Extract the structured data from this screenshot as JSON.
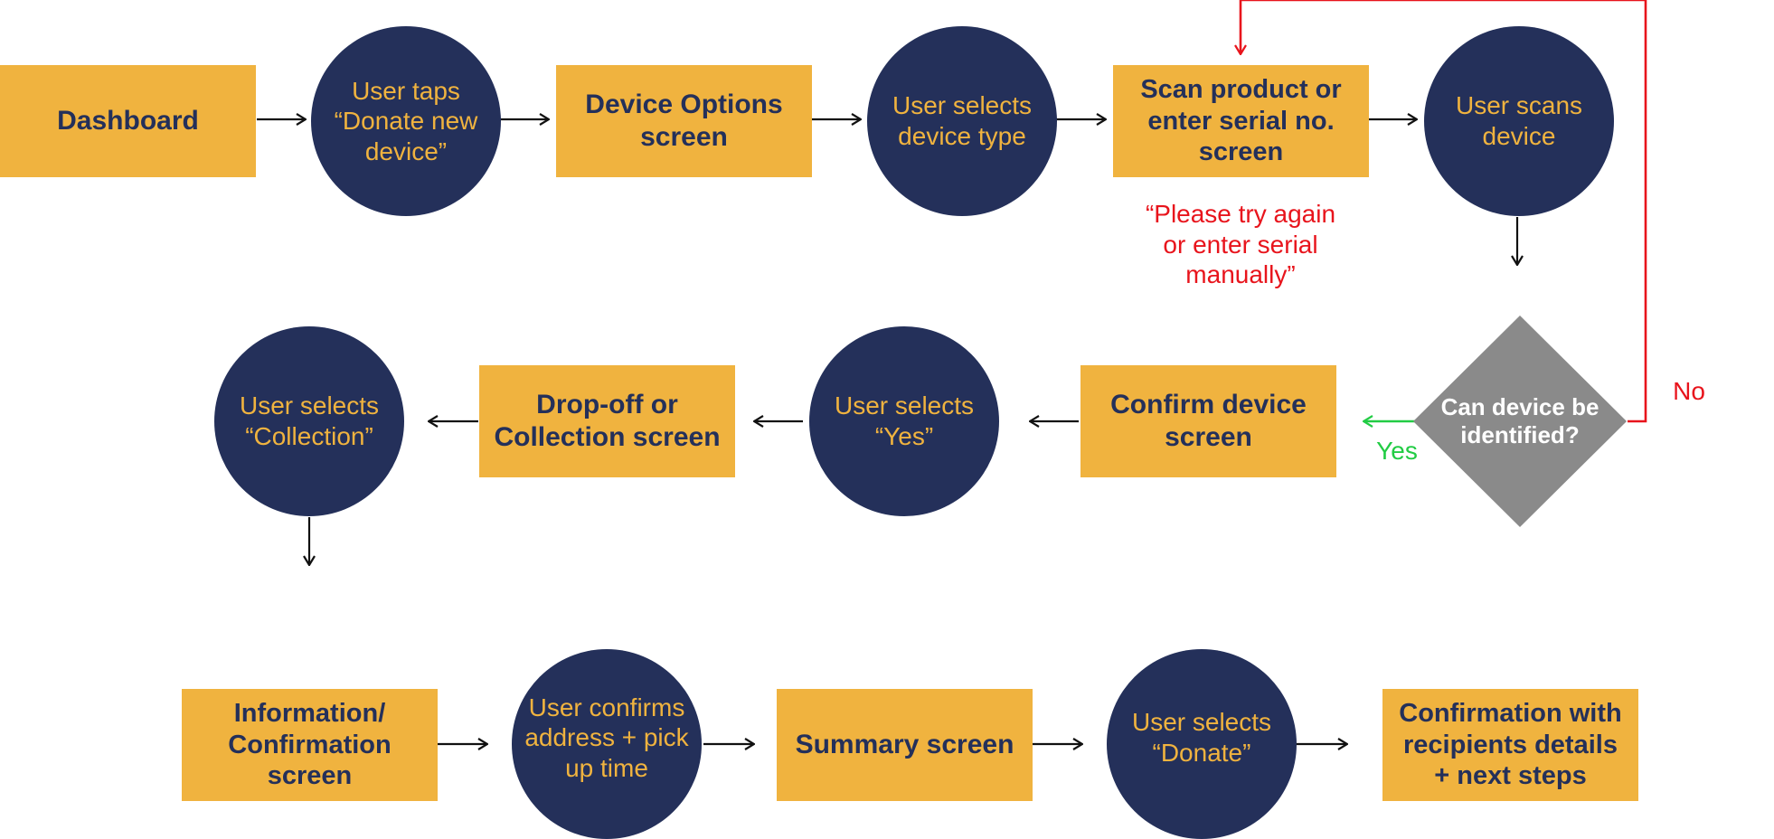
{
  "colors": {
    "box_fill": "#F0B33F",
    "box_text": "#24305A",
    "circle_fill": "#24305A",
    "circle_text": "#F0B33F",
    "decision_fill": "#8A8A8A",
    "decision_text": "#FFFFFF",
    "arrow": "#111111",
    "no_path": "#E8141C",
    "yes_path": "#22CC44"
  },
  "nodes": {
    "dashboard": "Dashboard",
    "user_taps": "User taps\n“Donate new\ndevice”",
    "device_options": "Device Options\nscreen",
    "user_selects_type": "User selects\ndevice type",
    "scan_product": "Scan product or\nenter serial no.\nscreen",
    "user_scans": "User scans\ndevice",
    "decision": "Can device be\nidentified?",
    "confirm_device": "Confirm device\nscreen",
    "user_selects_yes": "User selects\n“Yes”",
    "dropoff_collection": "Drop-off or\nCollection screen",
    "user_selects_collection": "User selects\n“Collection”",
    "information_confirmation": "Information/\nConfirmation\nscreen",
    "user_confirms_address": "User confirms\naddress + pick\nup time",
    "summary": "Summary screen",
    "user_selects_donate": "User selects\n“Donate”",
    "confirmation_recipients": "Confirmation with\nrecipients details\n+ next steps"
  },
  "labels": {
    "no": "No",
    "yes": "Yes",
    "retry_message": "“Please try again\nor enter serial\nmanually”"
  }
}
